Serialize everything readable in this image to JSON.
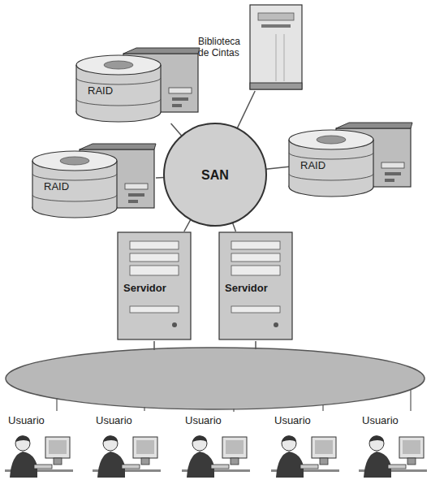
{
  "diagram": {
    "nodes": [
      {
        "text": [
          "Biblioteca de Cintas"
        ]
      },
      {
        "text": [
          "RAID"
        ]
      },
      {
        "text": [
          "RAID"
        ]
      },
      {
        "text": [
          "SAN"
        ]
      },
      {
        "text": [
          "RAID"
        ]
      },
      {
        "text": [
          "Servidor"
        ]
      },
      {
        "text": [
          "Servidor"
        ]
      },
      {
        "text": [
          "Usuario"
        ]
      },
      {
        "text": [
          "Usuario"
        ]
      },
      {
        "text": [
          "Usuario"
        ]
      },
      {
        "text": [
          "Usuario"
        ]
      },
      {
        "text": [
          "Usuario"
        ]
      }
    ],
    "edges": [
      {
        "from": 0,
        "to": 3,
        "arrow": "none"
      },
      {
        "from": 1,
        "to": 3,
        "arrow": "none"
      },
      {
        "from": 2,
        "to": 3,
        "arrow": "none"
      },
      {
        "from": 4,
        "to": 3,
        "arrow": "none"
      },
      {
        "from": 5,
        "to": 3,
        "arrow": "none"
      },
      {
        "from": 6,
        "to": 3,
        "arrow": "none"
      }
    ]
  }
}
